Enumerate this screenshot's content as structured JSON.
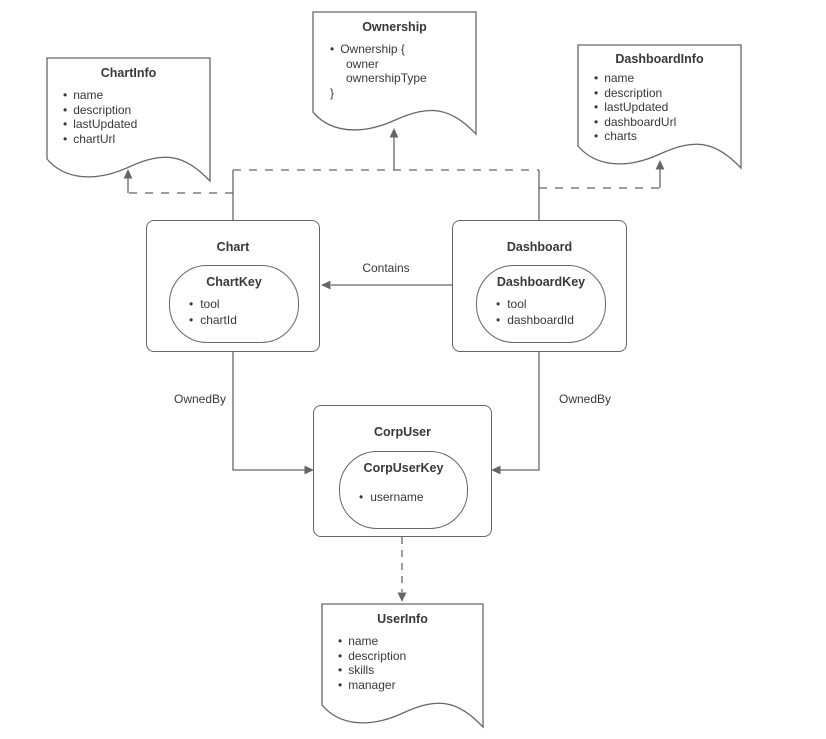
{
  "colors": {
    "stroke": "#666666",
    "text": "#383838",
    "background": "#ffffff"
  },
  "documents": {
    "chartInfo": {
      "title": "ChartInfo",
      "items": [
        "name",
        "description",
        "lastUpdated",
        "chartUrl"
      ]
    },
    "ownership": {
      "title": "Ownership",
      "lines": [
        "Ownership {",
        "owner",
        "ownershipType",
        "}"
      ]
    },
    "dashboardInfo": {
      "title": "DashboardInfo",
      "items": [
        "name",
        "description",
        "lastUpdated",
        "dashboardUrl",
        "charts"
      ]
    },
    "userInfo": {
      "title": "UserInfo",
      "items": [
        "name",
        "description",
        "skills",
        "manager"
      ]
    }
  },
  "entities": {
    "chart": {
      "title": "Chart",
      "keyTitle": "ChartKey",
      "keyItems": [
        "tool",
        "chartId"
      ]
    },
    "dashboard": {
      "title": "Dashboard",
      "keyTitle": "DashboardKey",
      "keyItems": [
        "tool",
        "dashboardId"
      ]
    },
    "corpUser": {
      "title": "CorpUser",
      "keyTitle": "CorpUserKey",
      "keyItems": [
        "username"
      ]
    }
  },
  "edges": {
    "contains": "Contains",
    "chartOwnedBy": "OwnedBy",
    "dashboardOwnedBy": "OwnedBy"
  }
}
